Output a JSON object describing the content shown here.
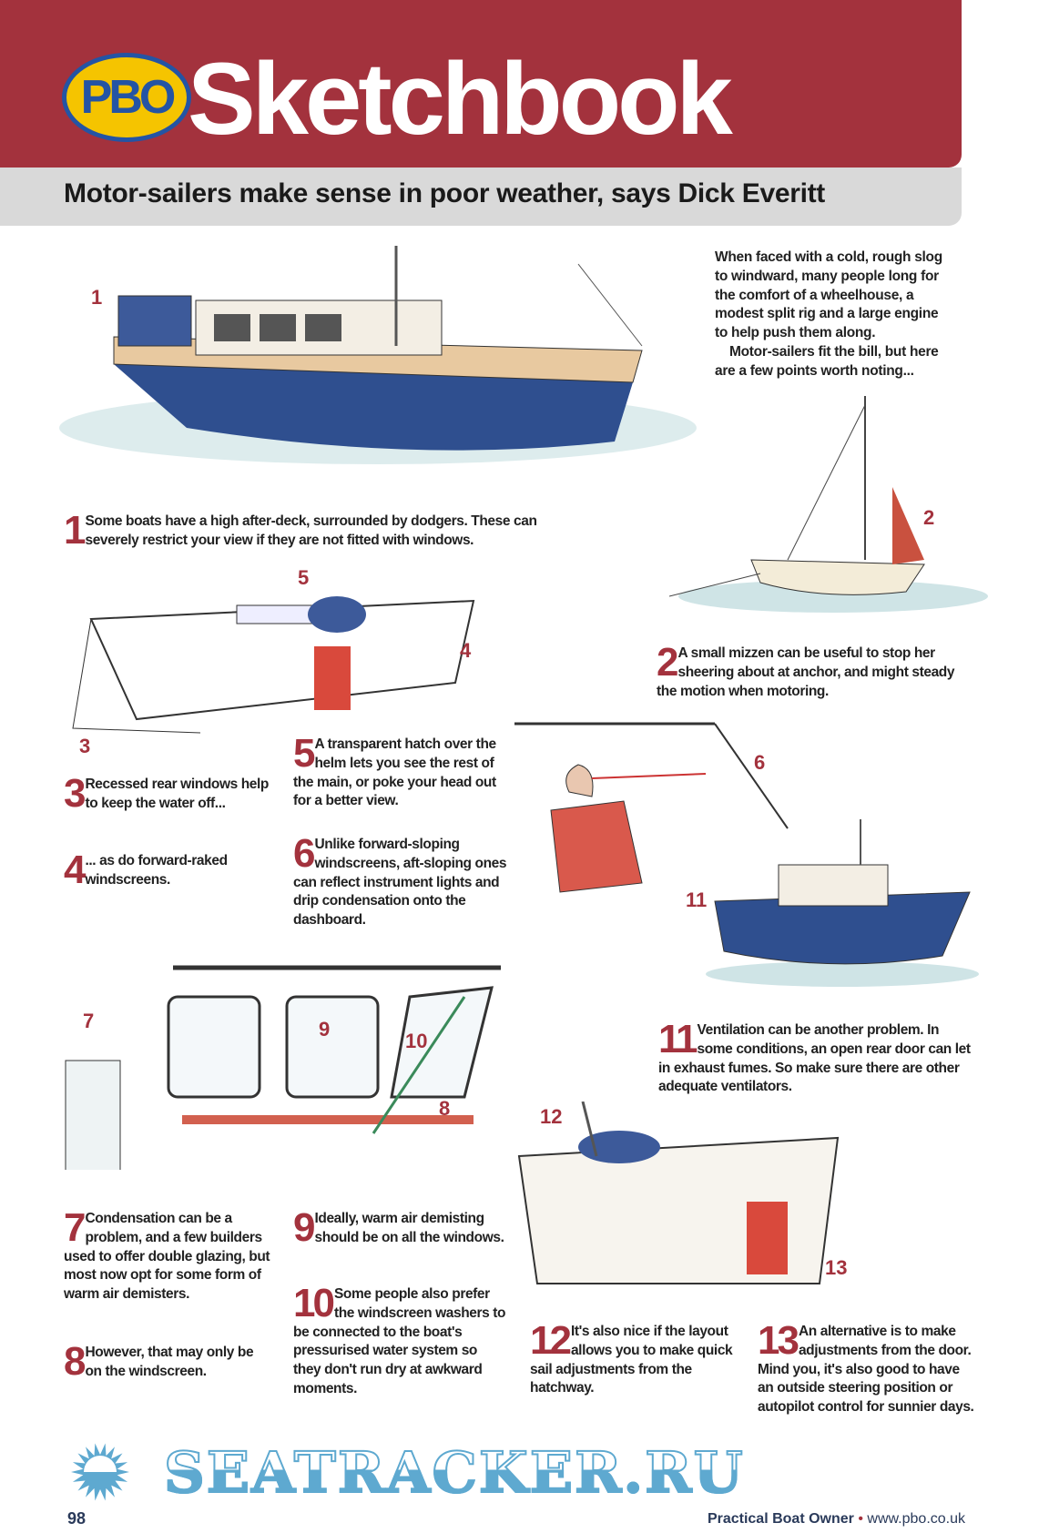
{
  "header": {
    "logo": "PBO",
    "title": "Sketchbook",
    "subtitle": "Motor-sailers make sense in poor weather, says Dick Everitt"
  },
  "intro": [
    "When faced with a cold, rough slog",
    "to windward, many people long for",
    "the comfort of a wheelhouse, a",
    "modest split rig and a large engine",
    "to help push them along.",
    "    Motor-sailers fit the bill, but here",
    "are a few points worth noting..."
  ],
  "labels": {
    "l1": "1",
    "l2": "2",
    "l3": "3",
    "l4": "4",
    "l5": "5",
    "l6": "6",
    "l7": "7",
    "l8": "8",
    "l9": "9",
    "l10": "10",
    "l11": "11",
    "l12": "12",
    "l13": "13"
  },
  "captions": {
    "c1": {
      "num": "1",
      "text": "Some boats have a high after-deck, surrounded by dodgers. These can severely restrict your view if they are not fitted with windows."
    },
    "c2": {
      "num": "2",
      "text": "A small mizzen can be useful to stop her sheering about at anchor, and might steady the motion when motoring."
    },
    "c3": {
      "num": "3",
      "text": "Recessed rear windows help to keep the water off..."
    },
    "c4": {
      "num": "4",
      "text": "... as do forward-raked windscreens."
    },
    "c5": {
      "num": "5",
      "text": "A transparent hatch over the helm lets you see the rest of the main, or poke your head out for a better view."
    },
    "c6": {
      "num": "6",
      "text": "Unlike forward-sloping windscreens, aft-sloping ones can reflect instrument lights and drip condensation onto the dashboard."
    },
    "c7": {
      "num": "7",
      "text": "Condensation can be a problem, and a few builders used to offer double glazing, but most now opt for some form of warm air demisters."
    },
    "c8": {
      "num": "8",
      "text": "However, that may only be on the windscreen."
    },
    "c9": {
      "num": "9",
      "text": "Ideally, warm air demisting should be on all the windows."
    },
    "c10": {
      "num": "10",
      "text": "Some people also prefer the windscreen washers to be connected to the boat's pressurised water system so they don't run dry at awkward moments."
    },
    "c11": {
      "num": "11",
      "text": "Ventilation can be another problem. In some conditions, an open rear door can let in exhaust fumes. So make sure there are other adequate ventilators."
    },
    "c12": {
      "num": "12",
      "text": "It's also nice if the layout allows you to make quick sail adjustments from the hatchway."
    },
    "c13": {
      "num": "13",
      "text": "An alternative is to make adjustments from the door. Mind you, it's also good to have an outside steering position or autopilot control for sunnier days."
    }
  },
  "footer": {
    "page": "98",
    "magazine": "Practical Boat Owner",
    "separator": " • ",
    "url": "www.pbo.co.uk"
  },
  "watermark": "SEATRACKER.RU",
  "colors": {
    "brand_red": "#a3323d",
    "band_grey": "#d9d9d9",
    "logo_yellow": "#f5c400",
    "logo_blue": "#2454a4",
    "watermark_blue": "#5ea9d0"
  }
}
